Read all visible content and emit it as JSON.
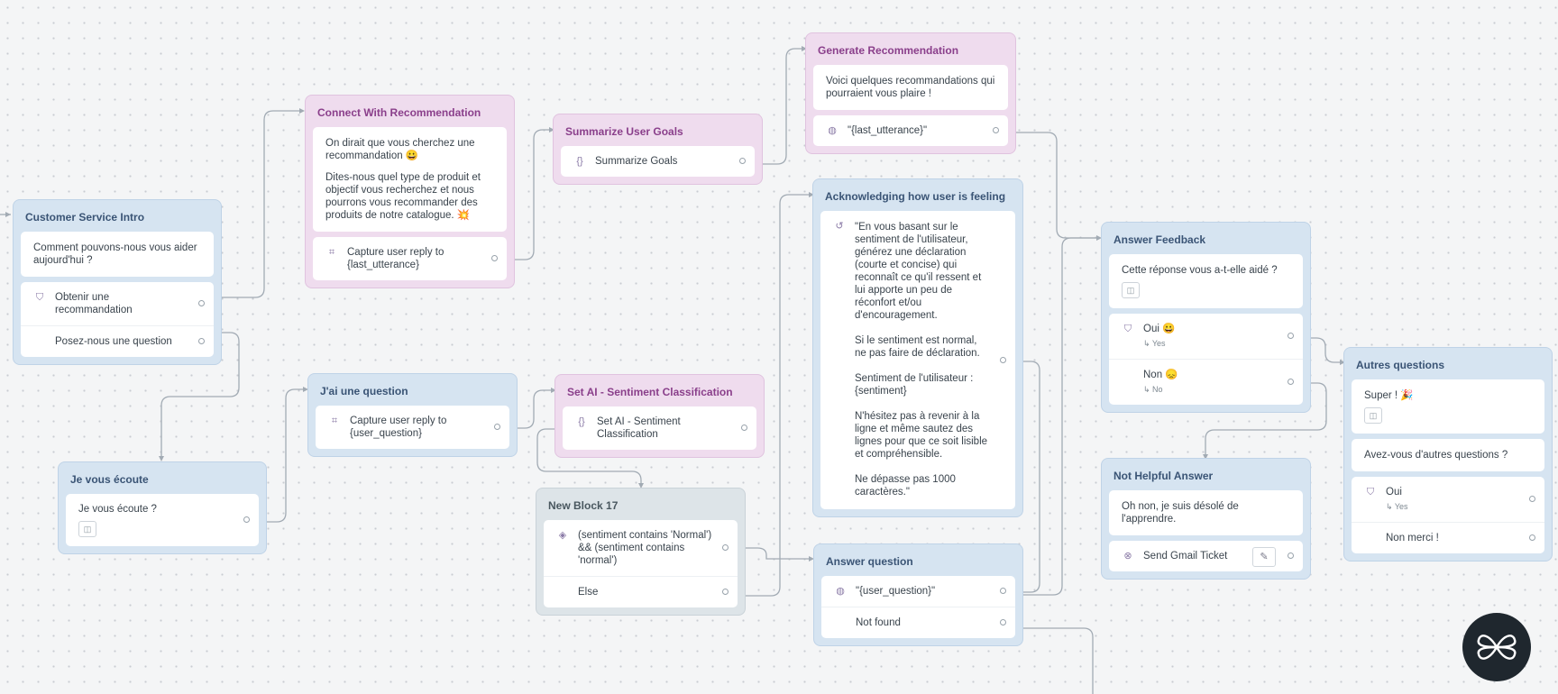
{
  "blocks": {
    "customer_service_intro": {
      "title": "Customer Service Intro",
      "message": "Comment pouvons-nous vous aider aujourd'hui ?",
      "choice1": "Obtenir une recommandation",
      "choice2": "Posez-nous une question"
    },
    "connect_with_recommendation": {
      "title": "Connect With Recommendation",
      "message1": "On dirait que vous cherchez une recommandation 😀",
      "message2": "Dites-nous quel type de produit et objectif vous recherchez et nous pourrons vous recommander des produits de notre catalogue. 💥",
      "capture": "Capture user reply to {last_utterance}"
    },
    "summarize_user_goals": {
      "title": "Summarize User Goals",
      "step": "Summarize Goals"
    },
    "generate_recommendation": {
      "title": "Generate Recommendation",
      "message": "Voici quelques recommandations qui pourraient vous plaire !",
      "output": "\"{last_utterance}\""
    },
    "acknowledging": {
      "title": "Acknowledging how user is feeling",
      "p1": "\"En vous basant sur le sentiment de l'utilisateur, générez une déclaration (courte et concise) qui reconnaît ce qu'il ressent et lui apporte un peu de réconfort et/ou d'encouragement.",
      "p2": "Si le sentiment est normal, ne pas faire de déclaration.",
      "p3": "Sentiment de l'utilisateur : {sentiment}",
      "p4": "N'hésitez pas à revenir à la ligne et même sautez des lignes pour que ce soit lisible et compréhensible.",
      "p5": "Ne dépasse pas 1000 caractères.\""
    },
    "answer_feedback": {
      "title": "Answer Feedback",
      "message": "Cette réponse vous a-t-elle aidé ?",
      "yes_label": "Oui 😀",
      "yes_sub": "↳ Yes",
      "no_label": "Non 😞",
      "no_sub": "↳ No"
    },
    "autres_questions": {
      "title": "Autres questions",
      "message1": "Super ! 🎉",
      "message2": "Avez-vous d'autres questions ?",
      "yes_label": "Oui",
      "yes_sub": "↳ Yes",
      "no_label": "Non merci !"
    },
    "je_vous_ecoute": {
      "title": "Je vous écoute",
      "message": "Je vous écoute ?"
    },
    "jai_une_question": {
      "title": "J'ai une question",
      "capture": "Capture user reply to {user_question}"
    },
    "set_ai_sentiment": {
      "title": "Set AI - Sentiment Classification",
      "step": "Set AI - Sentiment Classification"
    },
    "new_block_17": {
      "title": "New Block 17",
      "condition": "(sentiment contains 'Normal') && (sentiment contains 'normal')",
      "else": "Else"
    },
    "answer_question": {
      "title": "Answer question",
      "output": "\"{user_question}\"",
      "not_found": "Not found"
    },
    "not_helpful_answer": {
      "title": "Not Helpful Answer",
      "message": "Oh non, je suis désolé de l'apprendre.",
      "action": "Send Gmail Ticket"
    }
  },
  "icons": [
    "choice-icon",
    "capture-icon",
    "variable-icon",
    "globe-icon",
    "ai-icon",
    "condition-icon",
    "gmail-icon",
    "edit-icon",
    "settings-icon",
    "media-icon",
    "app-logo-icon"
  ],
  "colors": {
    "canvas": "#f4f5f6",
    "block_blue": "#d6e4f1",
    "block_pink": "#efdcee",
    "block_gray": "#dde4e8",
    "wire": "#9aa4ad",
    "logo_bg": "#1f272e"
  }
}
